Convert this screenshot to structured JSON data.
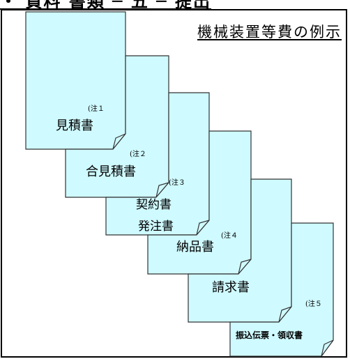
{
  "banner": "・ 資料 書類 ─ 五 ─ 提出",
  "diagram": {
    "title": "機械装置等費の例示",
    "documents": [
      {
        "label": "見積書",
        "note": "(注１"
      },
      {
        "label": "合見積書",
        "note": "(注２"
      },
      {
        "label": "契約書",
        "note": "(注３"
      },
      {
        "label": "発注書",
        "note": ""
      },
      {
        "label": "納品書",
        "note": "(注４"
      },
      {
        "label": "請求書",
        "note": ""
      },
      {
        "label": "振込伝票・領収書",
        "note": "(注５"
      }
    ]
  }
}
